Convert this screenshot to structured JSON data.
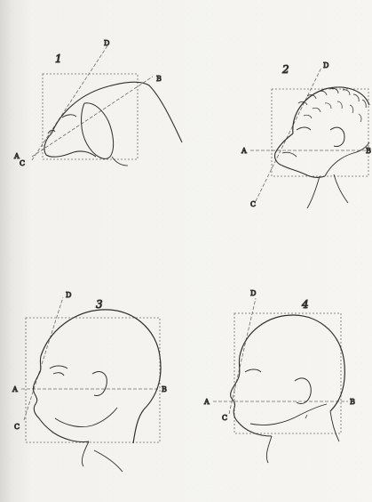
{
  "figures": [
    {
      "number": "1",
      "points": {
        "a": "A",
        "b": "B",
        "c": "C",
        "d": "D"
      }
    },
    {
      "number": "2",
      "points": {
        "a": "A",
        "b": "B",
        "c": "C",
        "d": "D"
      }
    },
    {
      "number": "3",
      "points": {
        "a": "A",
        "b": "B",
        "c": "C",
        "d": "D"
      }
    },
    {
      "number": "4",
      "points": {
        "a": "A",
        "b": "B",
        "c": "C",
        "d": "D"
      }
    }
  ]
}
